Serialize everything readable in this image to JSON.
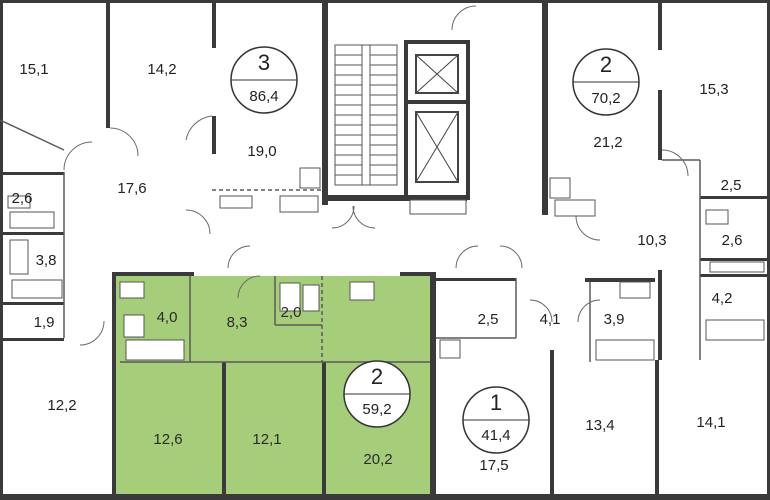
{
  "highlight_color": "#a6cd7a",
  "apartments": [
    {
      "id": "apt3",
      "number": "3",
      "area": "86,4"
    },
    {
      "id": "apt2top",
      "number": "2",
      "area": "70,2"
    },
    {
      "id": "apt2sel",
      "number": "2",
      "area": "59,2",
      "selected": true
    },
    {
      "id": "apt1",
      "number": "1",
      "area": "41,4"
    }
  ],
  "rooms": {
    "r151": "15,1",
    "r142": "14,2",
    "r190": "19,0",
    "r153": "15,3",
    "r212": "21,2",
    "r26a": "2,6",
    "r176": "17,6",
    "r38": "3,8",
    "r19": "1,9",
    "r122": "12,2",
    "r25a": "2,5",
    "r103": "10,3",
    "r26b": "2,6",
    "r42": "4,2",
    "r40": "4,0",
    "r83": "8,3",
    "r20": "2,0",
    "r126": "12,6",
    "r121": "12,1",
    "r202": "20,2",
    "r25b": "2,5",
    "r41": "4,1",
    "r39": "3,9",
    "r134": "13,4",
    "r141": "14,1",
    "r175": "17,5"
  }
}
